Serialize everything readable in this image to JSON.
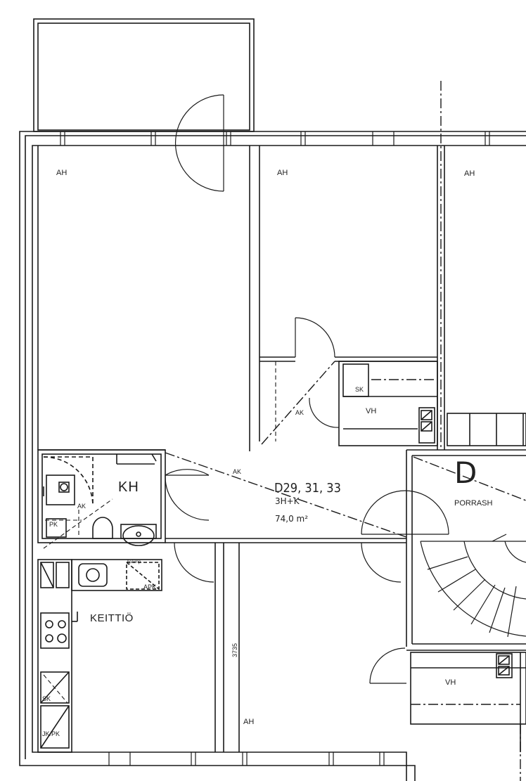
{
  "rooms": {
    "bedroom_1": "AH",
    "bedroom_2": "AH",
    "bedroom_3": "AH",
    "bedroom_4": "AH",
    "bathroom": "KH",
    "kitchen": "KEITTIÖ",
    "closet_1": "VH",
    "closet_2": "VH",
    "stairwell": "PORRASH"
  },
  "stair_letter": "D",
  "apartment": {
    "id": "D29, 31, 33",
    "type": "3H+K",
    "area": "74,0 m²"
  },
  "storage_marks": {
    "ak_1": "AK",
    "ak_2": "AK",
    "ak_3": "AK",
    "sk_1": "SK",
    "pk": "PK",
    "apk": "APK",
    "sk_2": "SK",
    "jk_pk": "JK/PK",
    "ap_vmp": "Ap/vmp"
  },
  "dimension": "3735"
}
